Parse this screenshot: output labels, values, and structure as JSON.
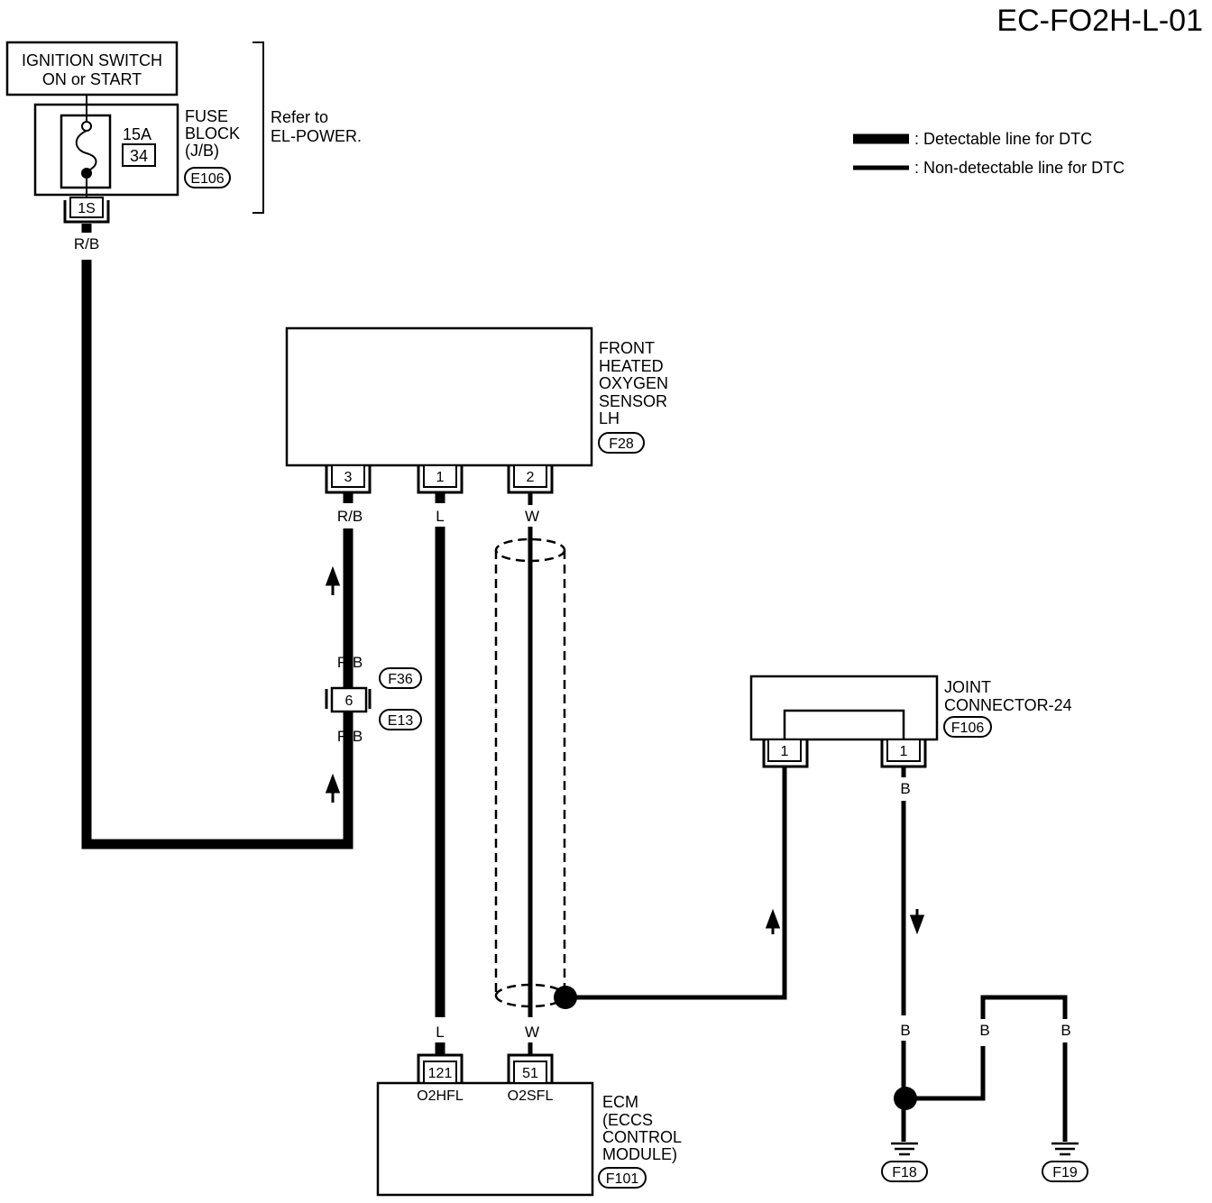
{
  "title": "EC-FO2H-L-01",
  "legend": {
    "detectable": ": Detectable line for DTC",
    "non_detectable": ": Non-detectable line for DTC"
  },
  "ignition": {
    "line1": "IGNITION SWITCH",
    "line2": "ON or START"
  },
  "fuse_block": {
    "rating": "15A",
    "number": "34",
    "label_lines": [
      "FUSE",
      "BLOCK",
      "(J/B)"
    ],
    "connector": "E106",
    "terminal": "1S",
    "refer_lines": [
      "Refer to",
      "EL-POWER."
    ]
  },
  "sensor": {
    "label_lines": [
      "FRONT",
      "HEATED",
      "OXYGEN",
      "SENSOR",
      "LH"
    ],
    "connector": "F28",
    "pins": [
      "3",
      "1",
      "2"
    ]
  },
  "inline_connector": {
    "pin": "6",
    "upper": "F36",
    "lower": "E13"
  },
  "joint": {
    "label_lines": [
      "JOINT",
      "CONNECTOR-24"
    ],
    "connector": "F106",
    "pins": [
      "1",
      "1"
    ]
  },
  "ecm": {
    "label_lines": [
      "ECM",
      "(ECCS",
      "CONTROL",
      "MODULE)"
    ],
    "connector": "F101",
    "pins": [
      "121",
      "51"
    ],
    "pin_names": [
      "O2HFL",
      "O2SFL"
    ]
  },
  "wires": {
    "rb_fuse": "R/B",
    "rb_sensor": "R/B",
    "rb_upper": "R/B",
    "rb_lower": "R/B",
    "l_top": "L",
    "w_top": "W",
    "l_bottom": "L",
    "w_bottom": "W",
    "b_joint": "B",
    "b_ground1": "B",
    "b_ground2": "B",
    "b_ground3": "B"
  },
  "grounds": [
    "F18",
    "F19"
  ]
}
